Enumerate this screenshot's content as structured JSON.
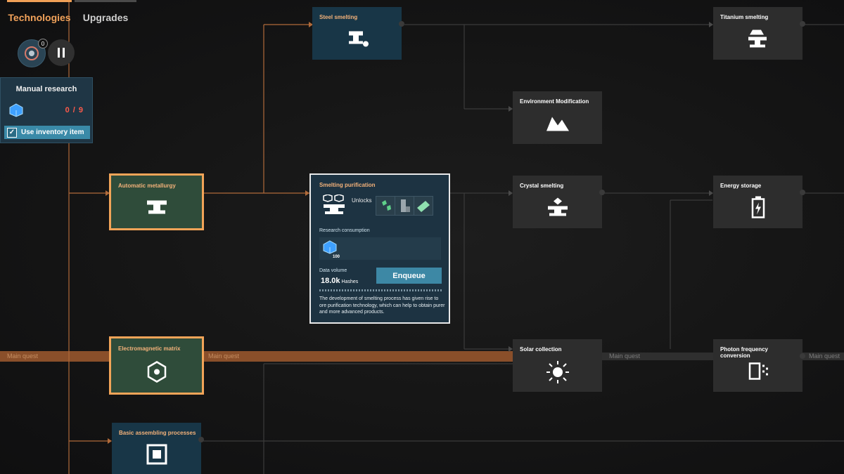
{
  "tabs": {
    "technologies": "Technologies",
    "upgrades": "Upgrades"
  },
  "queue": {
    "badge": "0"
  },
  "manual_research": {
    "title": "Manual research",
    "count": "0 / 9",
    "use_inventory": "Use inventory item"
  },
  "nodes": {
    "steel_smelting": "Steel smelting",
    "titanium_smelting": "Titanium smelting",
    "environment_modification": "Environment Modification",
    "automatic_metallurgy": "Automatic metallurgy",
    "crystal_smelting": "Crystal smelting",
    "energy_storage": "Energy storage",
    "electromagnetic_matrix": "Electromagnetic matrix",
    "solar_collection": "Solar collection",
    "photon_frequency_conversion": "Photon frequency conversion",
    "basic_assembling_processes": "Basic assembling processes"
  },
  "main_quest": "Main quest",
  "popup": {
    "title": "Smelting purification",
    "unlocks": "Unlocks",
    "research_consumption": "Research consumption",
    "consumption_qty": "100",
    "data_volume_label": "Data volume",
    "data_volume_value": "18.0k",
    "data_volume_unit": "Hashes",
    "enqueue": "Enqueue",
    "description": "The development of smelting process has given rise to ore purification technology, which can help to obtain purer and more advanced products."
  },
  "colors": {
    "accent_orange": "#f2a458",
    "node_blue": "#183647",
    "node_gray": "#2d2d2d",
    "node_green": "#2f4c3a",
    "button_blue": "#3d88a5",
    "alert_red": "#ff5a4a"
  }
}
